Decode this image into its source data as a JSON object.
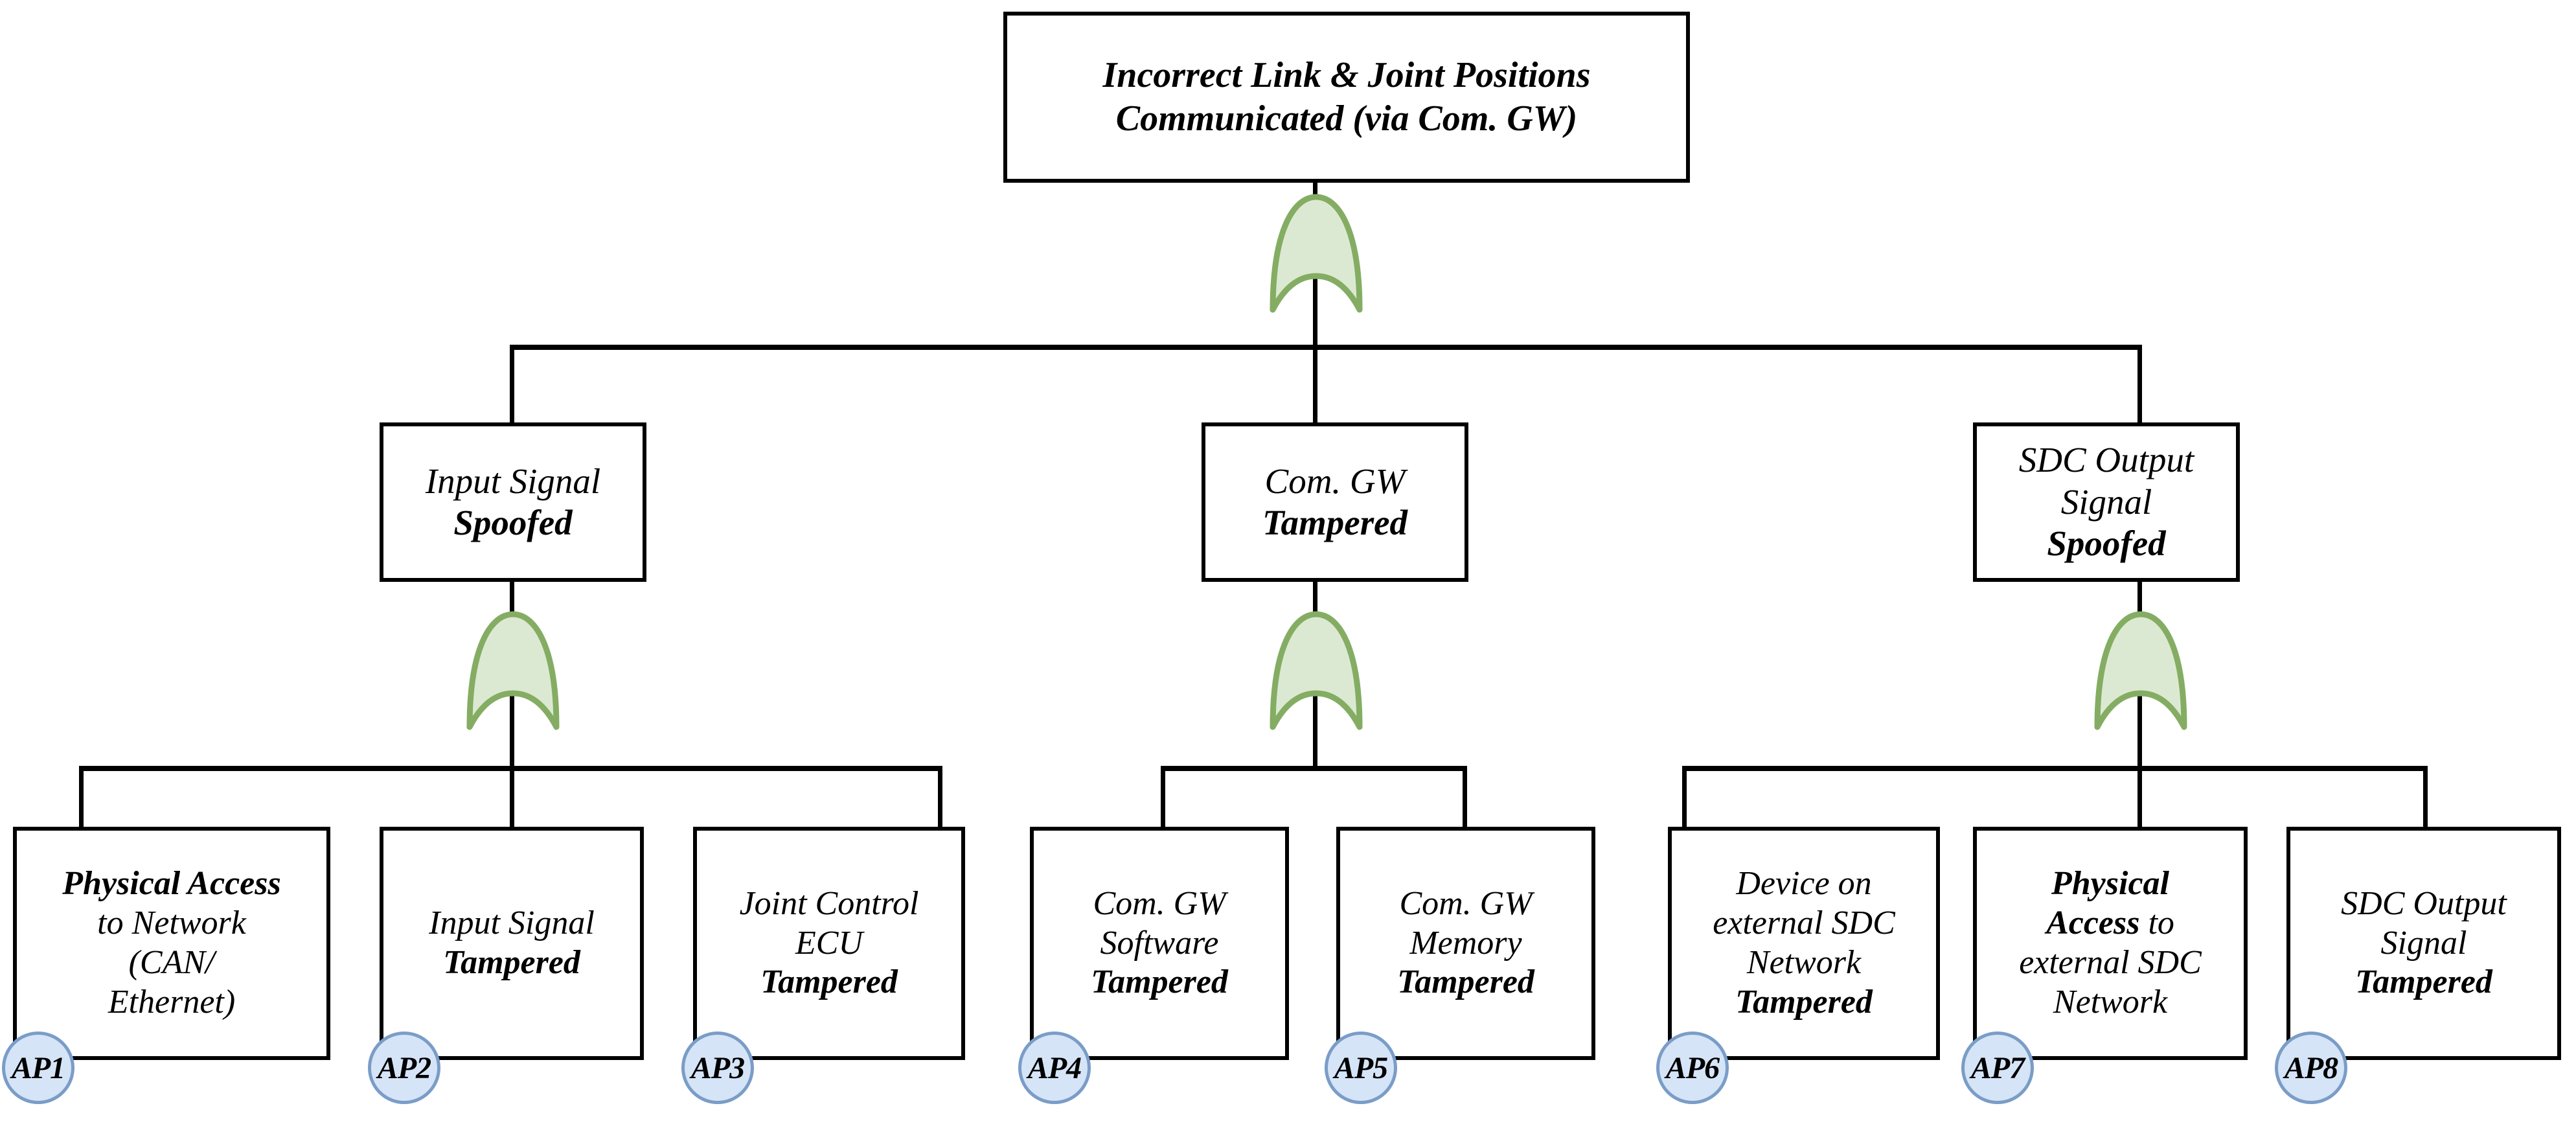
{
  "diagram": {
    "title": "Fault tree for Incorrect Link & Joint Positions Communicated",
    "gate_type": "OR",
    "gate_count": 4,
    "colors": {
      "gate_fill": "#dce9d2",
      "gate_stroke": "#84ad63",
      "box_stroke": "#000000",
      "box_fill": "#ffffff",
      "ap_fill": "#d6e4f7",
      "ap_stroke": "#7a9dc7",
      "line": "#000000",
      "text": "#000000"
    }
  },
  "top_event": {
    "line1": "Incorrect Link & Joint Positions",
    "line2": "Communicated (via Com. GW)"
  },
  "intermediate": [
    {
      "id": "input-signal-spoofed",
      "normal": "Input Signal",
      "bold": "Spoofed"
    },
    {
      "id": "com-gw-tampered",
      "normal": "Com. GW",
      "bold": "Tampered"
    },
    {
      "id": "sdc-output-signal-spoofed",
      "normal": "SDC Output\nSignal",
      "bold": "Spoofed"
    }
  ],
  "basic_events": [
    {
      "id": "physical-access-network",
      "pre_bold": "Physical Access",
      "normal": "to Network (CAN/ Ethernet)",
      "post_bold": "",
      "ap": "AP1"
    },
    {
      "id": "input-signal-tampered",
      "pre_bold": "",
      "normal": "Input Signal",
      "post_bold": "Tampered",
      "ap": "AP2"
    },
    {
      "id": "joint-control-ecu",
      "pre_bold": "",
      "normal": "Joint Control ECU",
      "post_bold": "Tampered",
      "ap": "AP3"
    },
    {
      "id": "com-gw-software",
      "pre_bold": "",
      "normal": "Com. GW Software",
      "post_bold": "Tampered",
      "ap": "AP4"
    },
    {
      "id": "com-gw-memory",
      "pre_bold": "",
      "normal": "Com. GW Memory",
      "post_bold": "Tampered",
      "ap": "AP5"
    },
    {
      "id": "device-external-sdc",
      "pre_bold": "",
      "normal": "Device on external SDC Network",
      "post_bold": "Tampered",
      "ap": "AP6"
    },
    {
      "id": "physical-access-sdc",
      "pre_bold": "Physical Access",
      "normal": "to external SDC Network",
      "post_bold": "",
      "ap": "AP7"
    },
    {
      "id": "sdc-output-signal-tampered",
      "pre_bold": "",
      "normal": "SDC Output Signal",
      "post_bold": "Tampered",
      "ap": "AP8"
    }
  ],
  "ap_labels": [
    "AP1",
    "AP2",
    "AP3",
    "AP4",
    "AP5",
    "AP6",
    "AP7",
    "AP8"
  ]
}
